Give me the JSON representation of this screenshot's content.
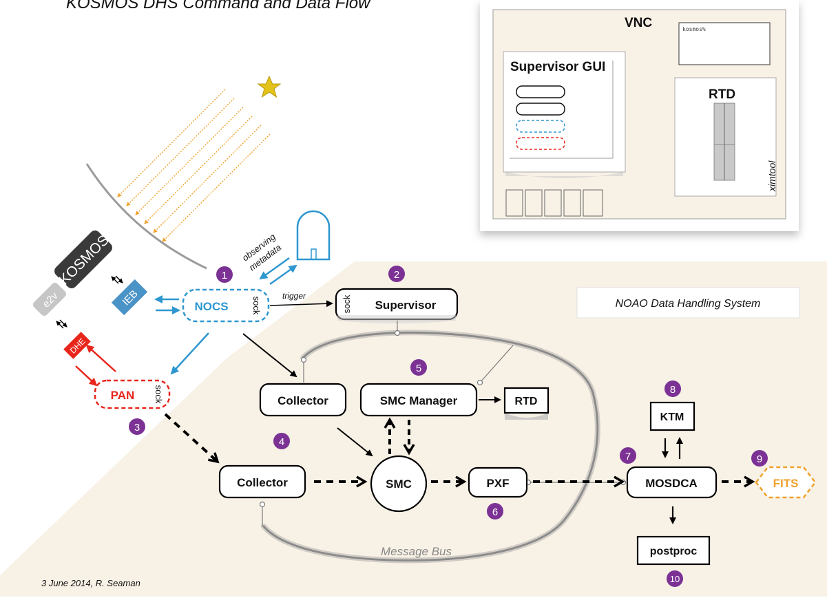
{
  "title": "KOSMOS DHS Command and Data Flow",
  "footer": "3 June  2014, R. Seaman",
  "dhs_label": "NOAO Data Handling System",
  "message_bus": "Message Bus",
  "vnc": {
    "title": "VNC",
    "terminal_prompt": "kosmos%",
    "supervisor_gui_title": "Supervisor GUI",
    "rtd_title": "RTD",
    "ximtool_label": "ximtool"
  },
  "left": {
    "kosmos": "KOSMOS",
    "e2v": "e2v",
    "ieb": "IEB",
    "dhe": "DHE",
    "observing": "observing",
    "metadata": "metadata",
    "trigger": "trigger"
  },
  "nodes": {
    "nocs": "NOCS",
    "nocs_sock": "sock",
    "pan": "PAN",
    "pan_sock": "sock",
    "supervisor": "Supervisor",
    "supervisor_sock": "sock",
    "collector_top": "Collector",
    "collector_bottom": "Collector",
    "smc_manager": "SMC Manager",
    "rtd": "RTD",
    "smc": "SMC",
    "pxf": "PXF",
    "ktm": "KTM",
    "mosdca": "MOSDCA",
    "postproc": "postproc",
    "fits": "FITS"
  },
  "steps": [
    "1",
    "2",
    "3",
    "4",
    "5",
    "6",
    "7",
    "8",
    "9",
    "10"
  ],
  "colors": {
    "background_region": "#f8f1e6",
    "purple": "#7b3294",
    "blue": "#2e97cf",
    "red": "#e8261c",
    "orange": "#f0a12b",
    "gray_bus": "#8a8a8a",
    "kosmos_box": "#3a3a3a",
    "ieb_box": "#4a93c7"
  },
  "icons": [
    "star-icon",
    "dome-icon"
  ]
}
